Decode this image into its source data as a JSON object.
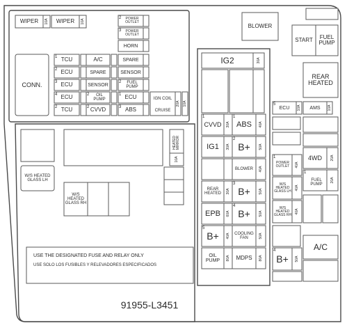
{
  "fuses": {
    "wiper1": {
      "name": "WIPER",
      "rating": "10A"
    },
    "wiper2": {
      "name": "WIPER",
      "rating": "10A"
    },
    "power_outlet_top": {
      "num": "2",
      "name": "POWER OUTLET"
    },
    "power_outlet_2": {
      "num": "3",
      "name": "POWER OUTLET"
    },
    "horn": {
      "name": "HORN"
    },
    "tcu_1": {
      "num": "1",
      "name": "TCU"
    },
    "ac_small": {
      "name": "A/C"
    },
    "spare_right": {
      "name": "SPARE"
    },
    "ecu_row2": {
      "num": "2",
      "name": "ECU"
    },
    "spare_mid": {
      "name": "SPARE"
    },
    "sensor_right": {
      "name": "SENSOR"
    },
    "ecu_row3": {
      "num": "3",
      "name": "ECU"
    },
    "sensor_mid": {
      "name": "SENSOR"
    },
    "fuel_pump_small": {
      "num": "2",
      "name": "FUEL PUMP"
    },
    "ecu_row4": {
      "num": "4",
      "name": "ECU"
    },
    "oil_pump_small": {
      "num": "2",
      "name": "OIL PUMP"
    },
    "ecu_right": {
      "num": "1",
      "name": "ECU"
    },
    "ign_coil": {
      "name": "IGN COIL",
      "rating": "20A"
    },
    "tcu_2": {
      "num": "2",
      "name": "TCU"
    },
    "cvvd_small": {
      "num": "2",
      "name": "CVVD"
    },
    "abs_small": {
      "num": "3",
      "name": "ABS"
    },
    "cruise": {
      "name": "CRUISE",
      "rating": "10A"
    },
    "heated_mirror": {
      "name": "HEATED MIRROR",
      "rating": "10A"
    }
  },
  "conn": "CONN.",
  "ws_heated_glass_lh_left": "W/S HEATED GLASS LH",
  "ws_heated_glass_rh_left": "W/S HEATED GLASS RH",
  "big_fuses": {
    "ig2": {
      "name": "IG2",
      "rating": "30A"
    },
    "cvvd": {
      "num": "1",
      "name": "CVVD",
      "rating": "30A"
    },
    "abs": {
      "num": "1",
      "name": "ABS",
      "rating": "40A"
    },
    "ig1": {
      "name": "IG1",
      "rating": "30A"
    },
    "bplus1": {
      "num": "2",
      "name": "B+",
      "rating": "50A"
    },
    "blower_fuse": {
      "name": "BLOWER",
      "rating": "40A"
    },
    "rear_heated": {
      "name": "REAR HEATED",
      "rating": "30A"
    },
    "bplus3": {
      "num": "3",
      "name": "B+",
      "rating": "50A"
    },
    "epb": {
      "name": "EPB",
      "rating": "60A"
    },
    "bplus4": {
      "num": "4",
      "name": "B+",
      "rating": "50A"
    },
    "bplus5": {
      "num": "5",
      "name": "B+",
      "rating": "40A"
    },
    "cooling_fan": {
      "name": "COOLING FAN",
      "rating": "50A"
    },
    "oil_pump": {
      "name": "OIL PUMP",
      "rating": "80A"
    },
    "mdps": {
      "name": "MDPS",
      "rating": "80A"
    }
  },
  "relays": {
    "blower": "BLOWER",
    "start": "START",
    "fuel_pump": "FUEL PUMP",
    "rear_heated": "REAR HEATED",
    "ac": "A/C"
  },
  "right_fuses": {
    "ecu5": {
      "num": "5",
      "name": "ECU",
      "rating": "10A"
    },
    "ams": {
      "name": "AMS",
      "rating": "10A"
    },
    "power_outlet": {
      "num": "1",
      "name": "POWER OUTLET",
      "rating": "40A"
    },
    "fourwd": {
      "name": "4WD",
      "rating": "20A"
    },
    "ws_lh": {
      "name": "W/S HEATED GLASS LH",
      "rating": "40A"
    },
    "fuel_pump": {
      "num": "1",
      "name": "FUEL PUMP",
      "rating": "20A"
    },
    "ws_rh": {
      "name": "W/S HEATED GLASS RH",
      "rating": "40A"
    },
    "bplus_right": {
      "num": "4",
      "name": "B+",
      "rating": "50A"
    }
  },
  "notice": {
    "en": "USE THE DESIGNATED FUSE AND RELAY ONLY",
    "es": "USE SOLO LOS FUSIBLES Y RELEVADORES ESPECIFICADOS"
  },
  "part_number": "91955-L3451"
}
